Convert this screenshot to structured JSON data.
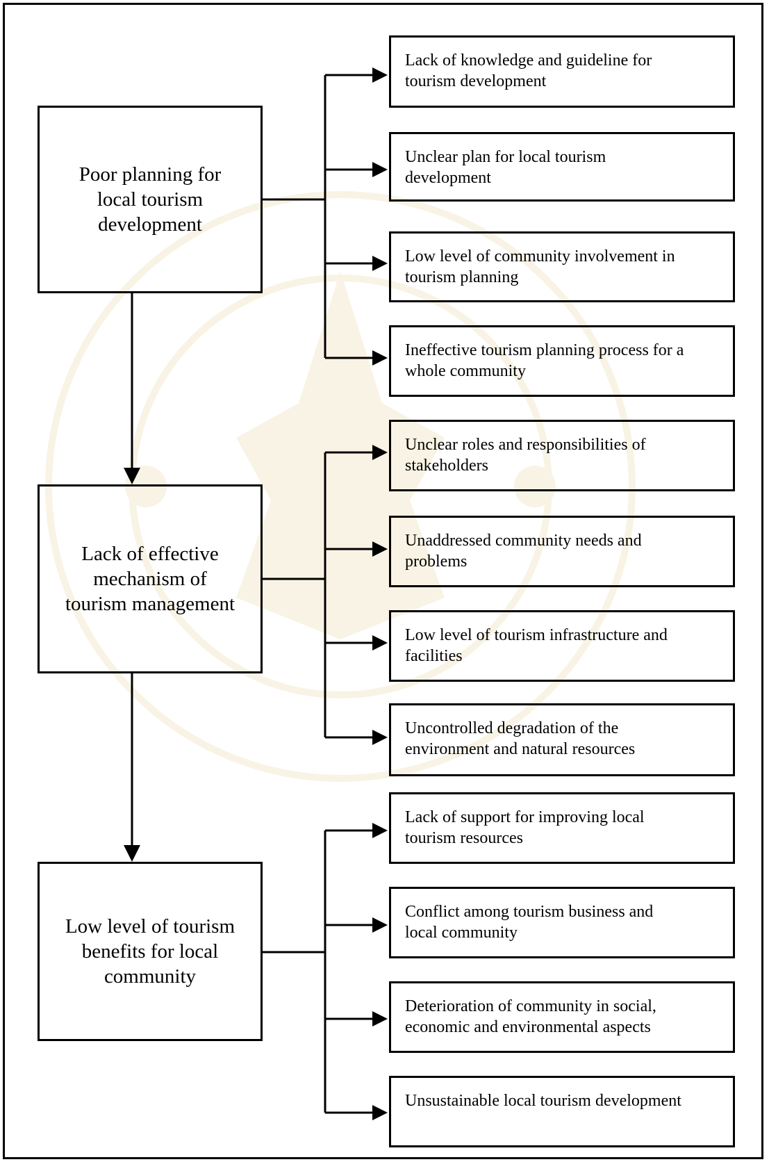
{
  "causes": [
    {
      "label": "Poor planning for\nlocal tourism\ndevelopment",
      "effects": [
        "Lack of knowledge and guideline for\ntourism development",
        "Unclear plan for local tourism\ndevelopment",
        "Low level of community involvement in\ntourism planning",
        "Ineffective tourism planning process for a\nwhole community"
      ]
    },
    {
      "label": "Lack of effective\nmechanism of\ntourism management",
      "effects": [
        "Unclear roles and responsibilities of\nstakeholders",
        "Unaddressed community needs and\nproblems",
        "Low level of tourism infrastructure and\nfacilities",
        "Uncontrolled degradation of the\nenvironment and natural resources"
      ]
    },
    {
      "label": "Low level of tourism\nbenefits for local\ncommunity",
      "effects": [
        "Lack of support for improving local\ntourism resources",
        "Conflict among tourism business and\nlocal community",
        "Deterioration of community in social,\neconomic and environmental aspects",
        "Unsustainable local tourism development"
      ]
    }
  ],
  "colors": {
    "line": "#000000",
    "watermark": "#c9a227"
  }
}
